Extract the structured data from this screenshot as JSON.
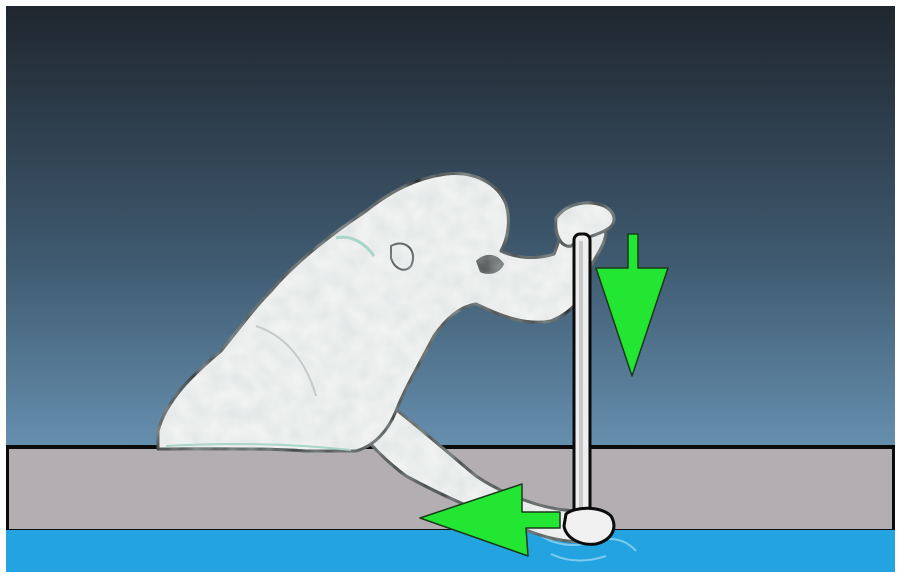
{
  "image": {
    "kind": "illustration",
    "content": "paddling-stroke-diagram",
    "arrows": [
      {
        "name": "downward-push",
        "direction": "down"
      },
      {
        "name": "backward-pull",
        "direction": "left"
      }
    ]
  },
  "colors": {
    "sky_top": "#1f262e",
    "sky_mid": "#3f5a70",
    "sky_bottom": "#7fb3d9",
    "boat_hull": "#b3aeb2",
    "water": "#23a3df",
    "arrow_green": "#22e632",
    "figure_fill": "#f6f7f6",
    "outline": "#0b0b0b"
  }
}
